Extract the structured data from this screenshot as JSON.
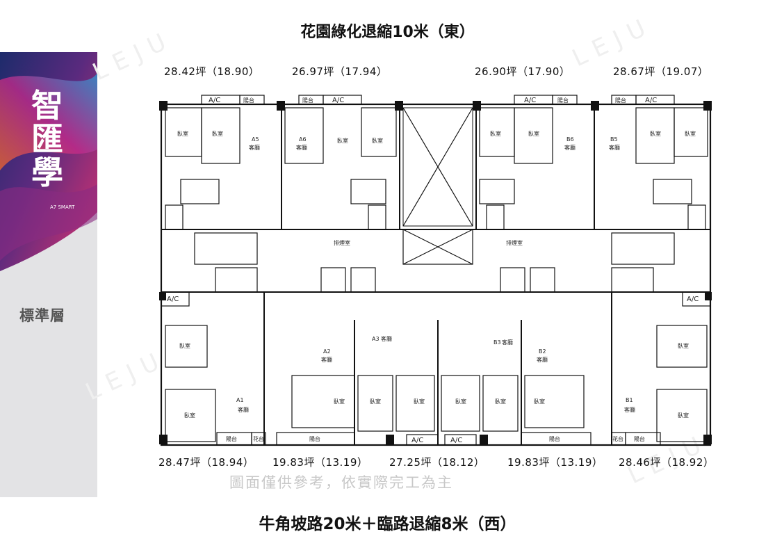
{
  "orientation": {
    "top": "花園綠化退縮10米（東）",
    "bottom": "牛角坡路20米＋臨路退縮8米（西）"
  },
  "branding": {
    "logo": "智匯學",
    "logo_sub": "A7 SMART",
    "floor_label": "標準層"
  },
  "disclaimer": "圖面僅供參考，依實際完工為主",
  "watermark": "LEJU",
  "units_top": [
    {
      "area": "28.42坪（18.90）",
      "unit": "A5"
    },
    {
      "area": "26.97坪（17.94）",
      "unit": "A6"
    },
    {
      "area": "26.90坪（17.90）",
      "unit": "B6"
    },
    {
      "area": "28.67坪（19.07）",
      "unit": "B5"
    }
  ],
  "units_bottom": [
    {
      "area": "28.47坪（18.94）",
      "unit": "A1"
    },
    {
      "area": "19.83坪（13.19）",
      "unit": "A2"
    },
    {
      "area": "27.25坪（18.12）",
      "unit": "A3"
    },
    {
      "area": "19.83坪（13.19）",
      "unit": "B3"
    },
    {
      "area": "28.46坪（18.92）",
      "unit": "B2"
    }
  ],
  "room_labels": {
    "bedroom": "臥室",
    "living": "客廳",
    "balcony": "陽台",
    "ac": "A/C",
    "flower": "花台",
    "exit": "排煙室",
    "unit_b1": "B1"
  },
  "colors": {
    "line": "#111111",
    "panel": "#e3e3e5",
    "disclaimer": "#c8c8c8"
  }
}
